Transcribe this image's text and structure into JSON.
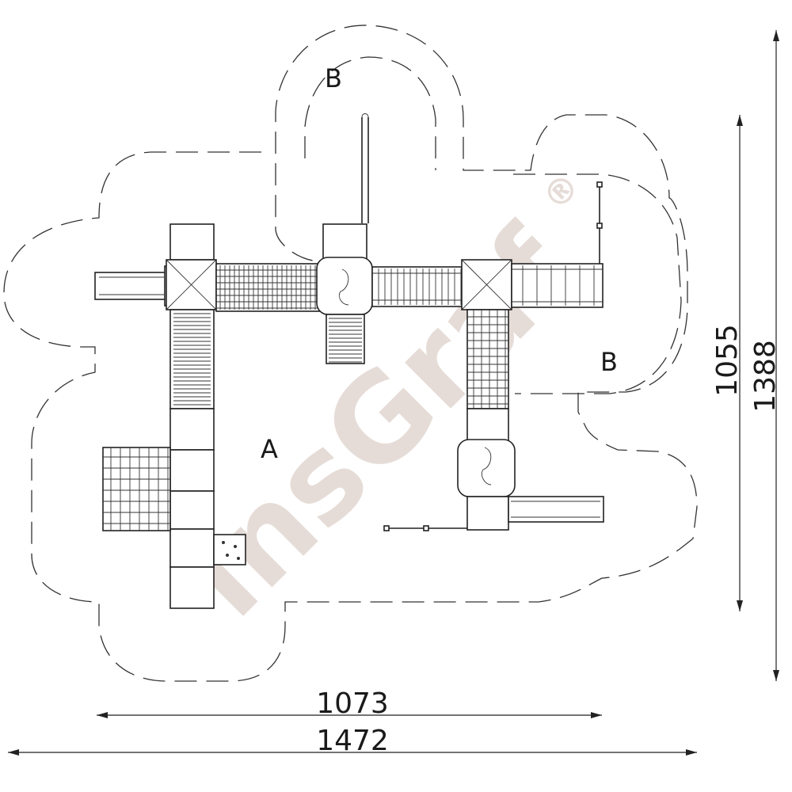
{
  "drawing": {
    "zone_labels": {
      "a": "A",
      "b_top": "B",
      "b_right": "B"
    },
    "dimensions": {
      "width_inner": "1073",
      "width_outer": "1472",
      "height_inner": "1055",
      "height_outer": "1388"
    },
    "watermark": {
      "text": "insGraf",
      "mark": "®"
    }
  }
}
